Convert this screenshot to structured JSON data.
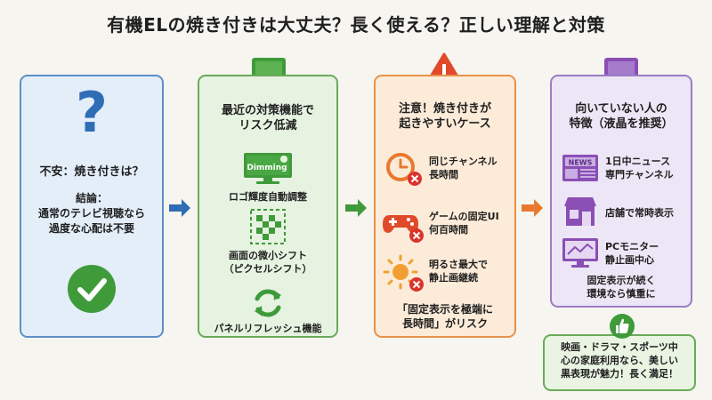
{
  "title": "有機ELの焼き付きは大丈夫？長く使える？正しい理解と対策",
  "panel1": {
    "question_mark": "?",
    "heading": "不安：焼き付きは？",
    "conclusion_label": "結論：",
    "conclusion_lines": [
      "通常のテレビ視聴なら",
      "過度な心配は不要"
    ]
  },
  "panel2": {
    "heading_lines": [
      "最近の対策機能で",
      "リスク低減"
    ],
    "dimming_text": "Dimming",
    "items": [
      "ロゴ輝度自動調整",
      "画面の微小シフト",
      "（ピクセルシフト）",
      "パネルリフレッシュ機能"
    ]
  },
  "panel3": {
    "heading_lines": [
      "注意！焼き付きが",
      "起きやすいケース"
    ],
    "cases": [
      {
        "icon": "clock-icon",
        "lines": [
          "同じチャンネル",
          "長時間"
        ]
      },
      {
        "icon": "gamepad-icon",
        "lines": [
          "ゲームの固定UI",
          "何百時間"
        ]
      },
      {
        "icon": "sun-icon",
        "lines": [
          "明るさ最大で",
          "静止画継続"
        ]
      }
    ],
    "footer_lines": [
      "「固定表示を極端に",
      "長時間」がリスク"
    ]
  },
  "panel4": {
    "heading_lines": [
      "向いていない人の",
      "特徴（液晶を推奨）"
    ],
    "news_text": "NEWS",
    "cases": [
      {
        "icon": "newspaper-icon",
        "lines": [
          "1日中ニュース",
          "専門チャンネル"
        ]
      },
      {
        "icon": "store-icon",
        "lines": [
          "店舗で常時表示"
        ]
      },
      {
        "icon": "pc-monitor-icon",
        "lines": [
          "PCモニター",
          "静止画中心"
        ]
      }
    ],
    "footer_lines": [
      "固定表示が続く",
      "環境なら慎重に"
    ]
  },
  "bubble_lines": [
    "映画・ドラマ・スポーツ中",
    "心の家庭利用なら、美しい",
    "黒表現が魅力！長く満足！"
  ],
  "colors": {
    "blue": "#2f6db5",
    "green": "#3f9a3a",
    "orange": "#e8792f",
    "red": "#d9342b",
    "purple": "#8a4fb5"
  }
}
